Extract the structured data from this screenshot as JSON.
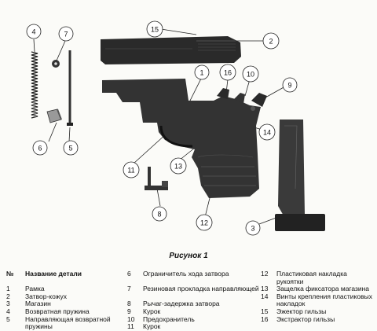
{
  "caption": "Рисунок 1",
  "callouts": [
    "1",
    "2",
    "3",
    "4",
    "5",
    "6",
    "7",
    "8",
    "9",
    "10",
    "11",
    "12",
    "13",
    "14",
    "15",
    "16"
  ],
  "parts_header": {
    "num": "№",
    "name": "Название детали"
  },
  "parts": [
    {
      "num": "1",
      "name": "Рамка"
    },
    {
      "num": "2",
      "name": "Затвор-кожух"
    },
    {
      "num": "3",
      "name": "Магазин"
    },
    {
      "num": "4",
      "name": "Возвратная пружина"
    },
    {
      "num": "5",
      "name": "Направляющая возвратной пружины"
    },
    {
      "num": "6",
      "name": "Ограничитель хода затвора"
    },
    {
      "num": "7",
      "name": "Резиновая прокладка направляющей"
    },
    {
      "num": "8",
      "name": "Рычаг-задержка затвора"
    },
    {
      "num": "9",
      "name": "Курок"
    },
    {
      "num": "10",
      "name": "Предохранитель"
    },
    {
      "num": "11",
      "name": "Курок"
    },
    {
      "num": "12",
      "name": "Пластиковая накладка рукоятки"
    },
    {
      "num": "13",
      "name": "Защелка фиксатора магазина"
    },
    {
      "num": "14",
      "name": "Винты крепления пластиковых накладок"
    },
    {
      "num": "15",
      "name": "Эжектор гильзы"
    },
    {
      "num": "16",
      "name": "Экстрактор гильзы"
    }
  ]
}
